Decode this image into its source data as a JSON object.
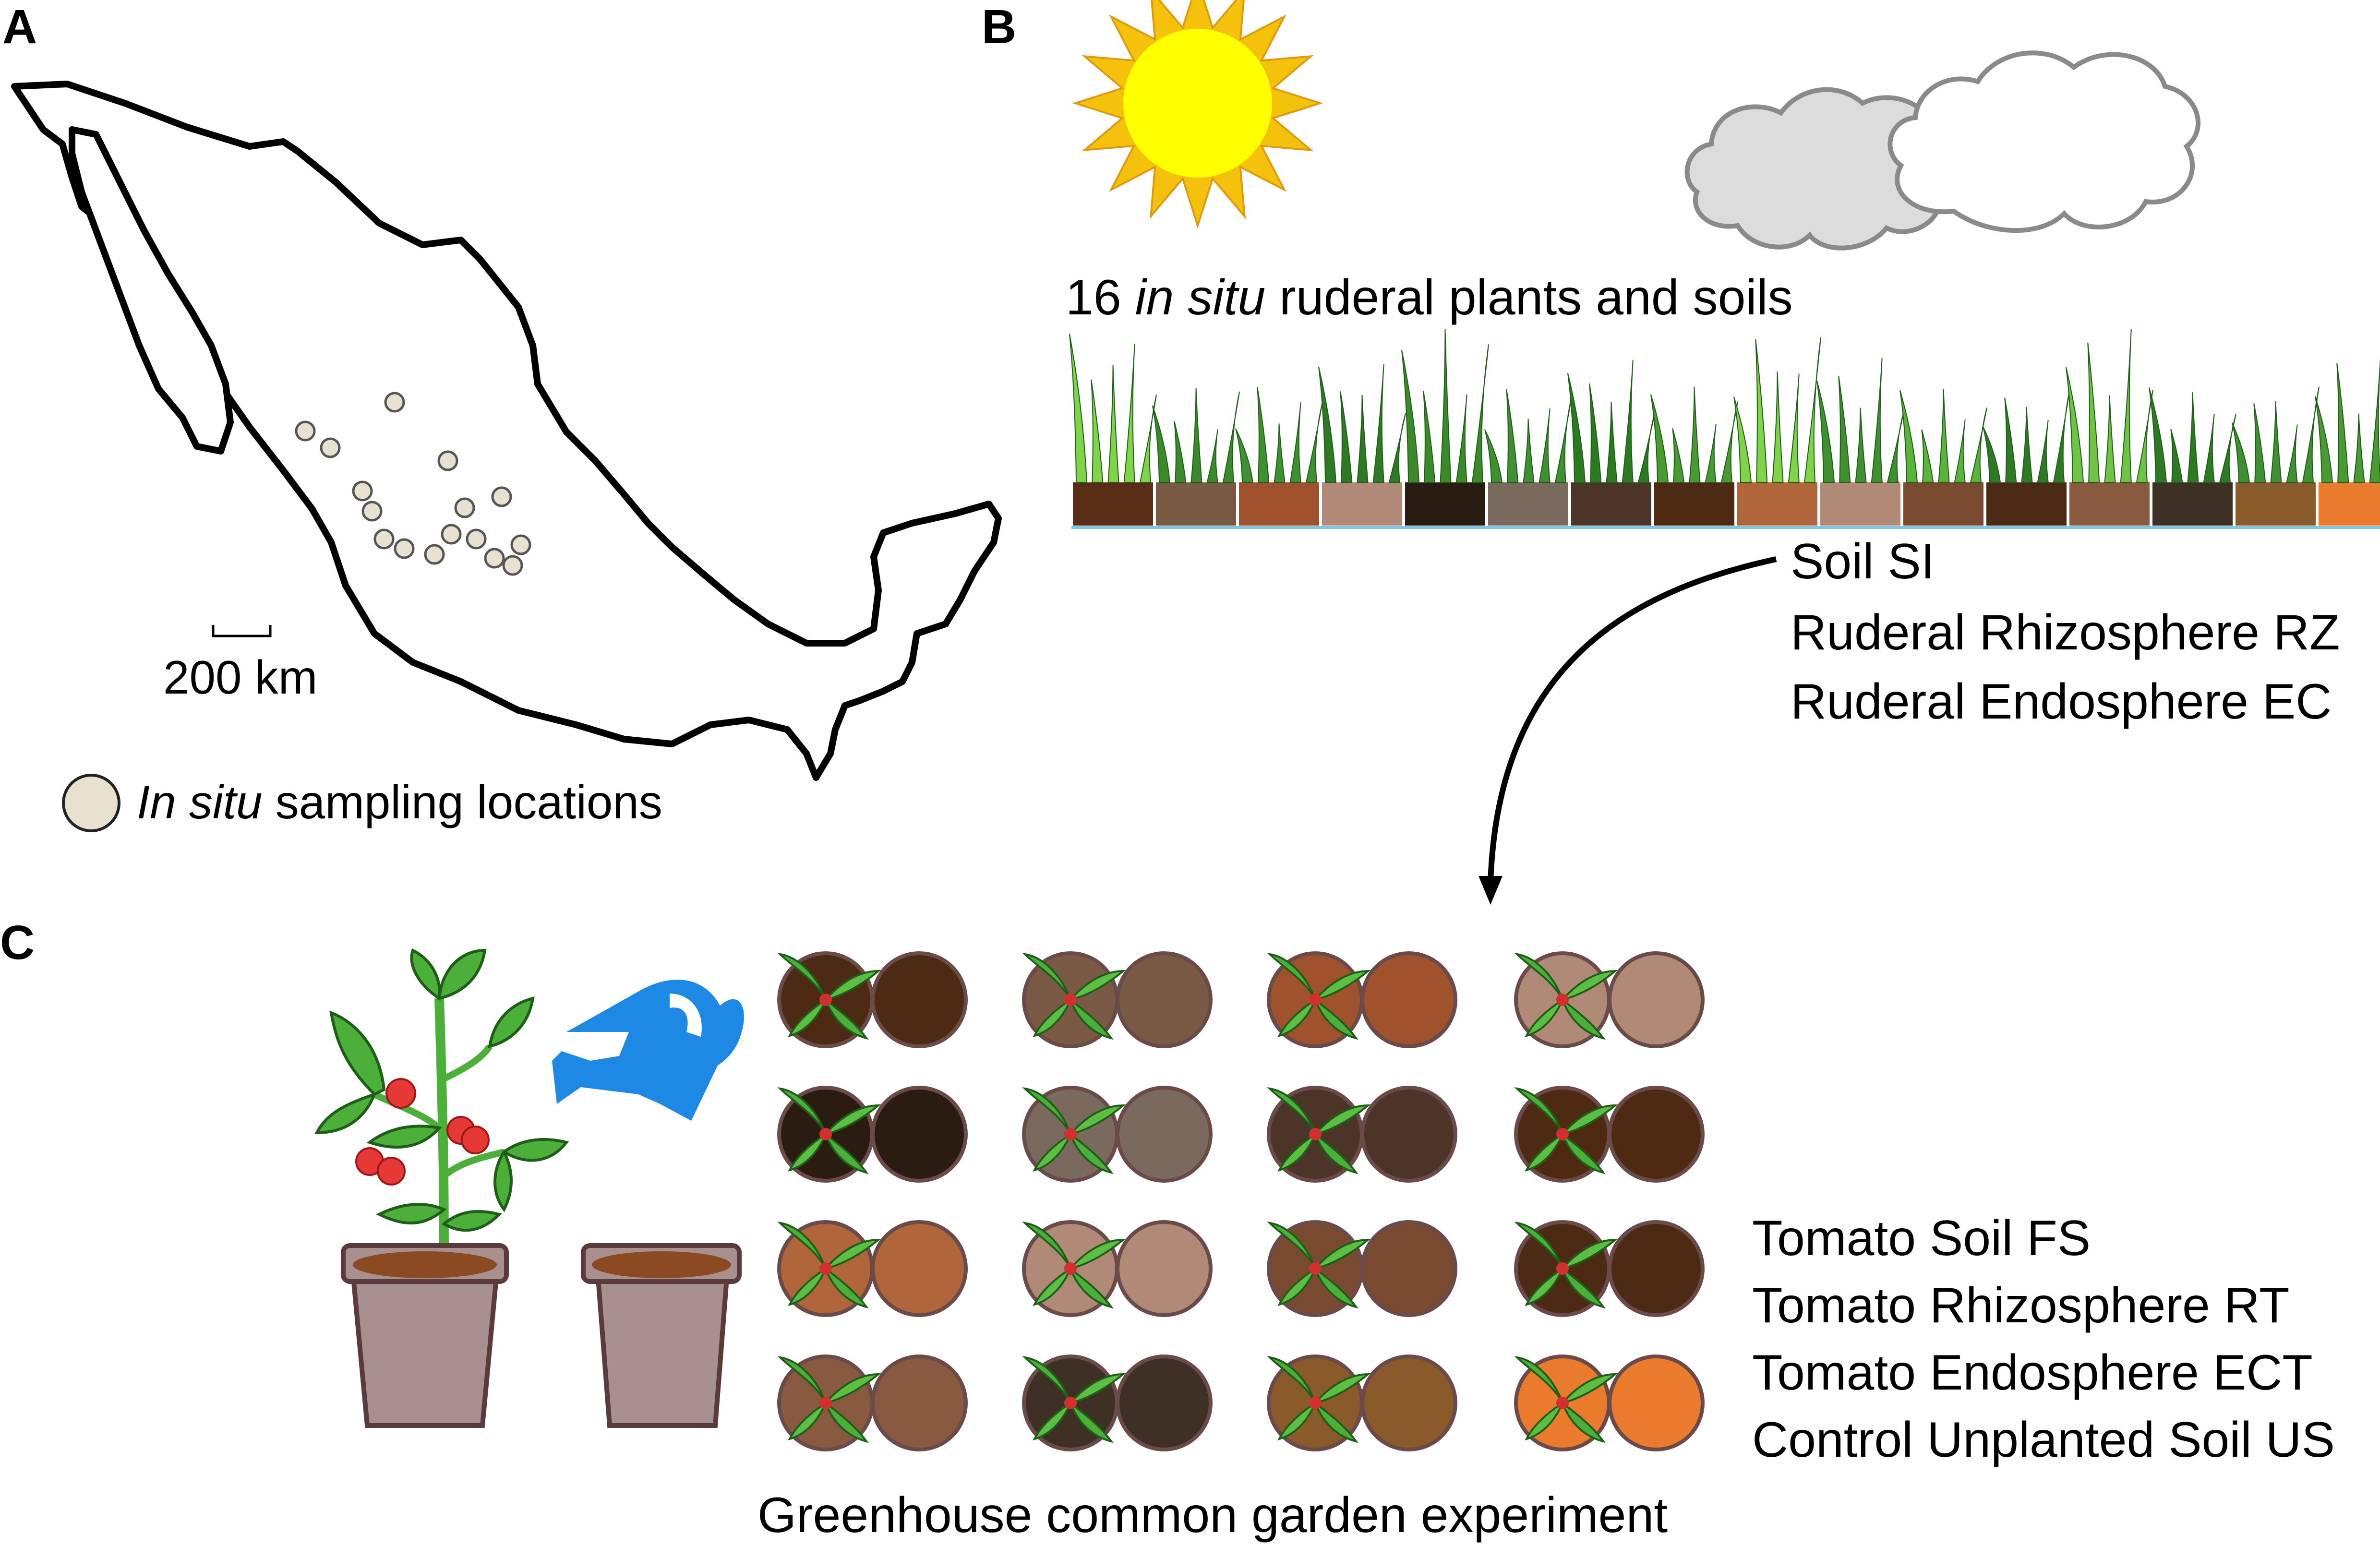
{
  "panel_labels": {
    "a": "A",
    "b": "B",
    "c": "C"
  },
  "panel_a": {
    "scale_label": "200 km",
    "legend_italic": "In situ",
    "legend_rest": " sampling locations",
    "marker_color": "#e8e1cf"
  },
  "panel_b": {
    "title_prefix": "16 ",
    "title_italic": "in situ",
    "title_suffix": " ruderal plants and soils",
    "compartments": [
      "Soil SI",
      "Ruderal Rhizosphere RZ",
      "Ruderal Endosphere EC"
    ],
    "soil_colors": [
      "#5a2e16",
      "#7a5a44",
      "#a0522d",
      "#b08a76",
      "#2b1c12",
      "#7a6a5e",
      "#4c3428",
      "#4e2a12",
      "#b0663a",
      "#b08a76",
      "#7a4a30",
      "#4c2a14",
      "#8a5a40",
      "#3e3024",
      "#8a5a2a",
      "#ea7a2c"
    ],
    "grass_colors": [
      "#7fd44a",
      "#3b8a2a",
      "#3e9030",
      "#2e7a24",
      "#3b8a2a",
      "#3e9030",
      "#2a7a20",
      "#4a9a34",
      "#7fd44a",
      "#3e9030",
      "#5ab43c",
      "#2e7a24",
      "#6fc444",
      "#2e7a24",
      "#3e9030",
      "#4a9a34"
    ]
  },
  "panel_c": {
    "caption": "Greenhouse common garden experiment",
    "compartments": [
      "Tomato Soil FS",
      "Tomato Rhizosphere RT",
      "Tomato Endosphere ECT",
      "Control Unplanted Soil US"
    ],
    "pot_colors": [
      [
        "#4c2a14",
        "#7a5a44",
        "#a0522d",
        "#b08a76"
      ],
      [
        "#2b1c12",
        "#7a6a5e",
        "#4c3428",
        "#4e2a12"
      ],
      [
        "#b0663a",
        "#b08a76",
        "#7a4a30",
        "#4c2a14"
      ],
      [
        "#8a5a40",
        "#3e3024",
        "#8a5a2a",
        "#ea7a2c"
      ]
    ],
    "watering_can_color": "#1e88e5",
    "flowerpot_color": "#a89090"
  }
}
